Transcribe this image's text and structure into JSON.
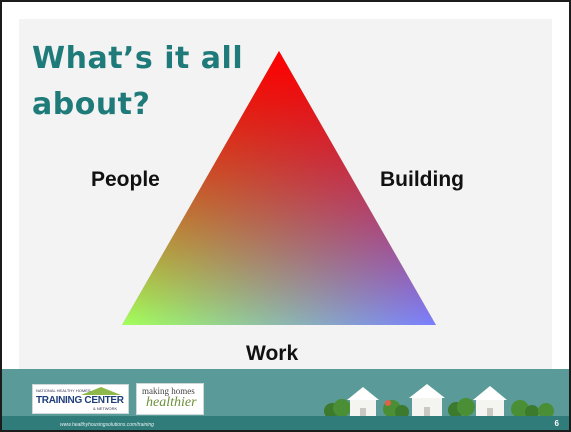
{
  "slide": {
    "title": "What’s it all about?",
    "labels": {
      "people": "People",
      "building": "Building",
      "work": "Work"
    },
    "triangle_colors": {
      "top": "#ff0000",
      "bottom_left": "#4dff00",
      "bottom_right": "#0000ff"
    }
  },
  "footer": {
    "logo_ntc": {
      "small": "NATIONAL HEALTHY HOMES",
      "big": "TRAINING CENTER",
      "network": "& NETWORK"
    },
    "logo_mhh": {
      "top": "making homes",
      "bottom": "healthier"
    },
    "url": "www.healthyhousingsolutions.com/training",
    "page_number": "6"
  },
  "colors": {
    "title": "#1f7a7a",
    "footer": "#5a9a98",
    "footer_strip": "#2f7c7a"
  }
}
